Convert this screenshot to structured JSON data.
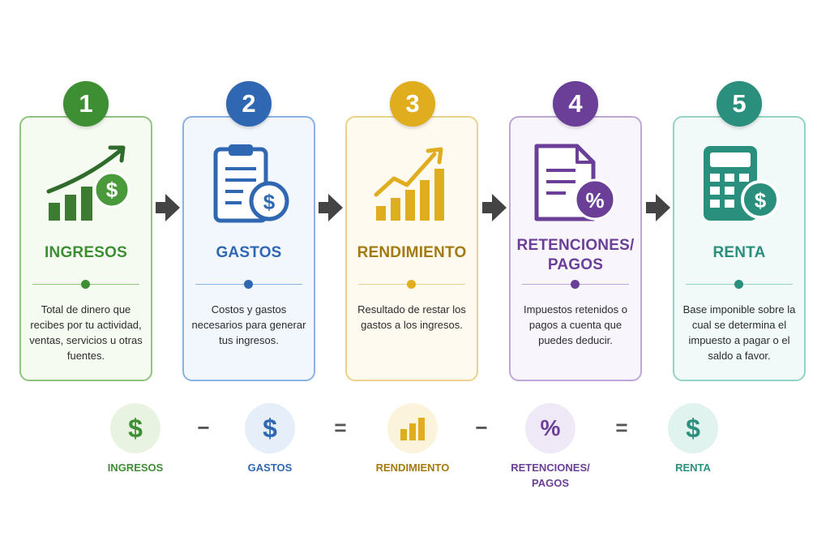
{
  "steps": [
    {
      "number": "1",
      "title": "INGRESOS",
      "description": "Total de dinero que recibes por tu actividad, ventas, servicios u otras fuentes.",
      "color": "#3e8e34",
      "bg": "#f6fbf2",
      "border": "#8fc47e",
      "icon": "growth-chart-dollar-icon"
    },
    {
      "number": "2",
      "title": "GASTOS",
      "description": "Costos y gastos necesarios para generar tus ingresos.",
      "color": "#2f67b2",
      "bg": "#f2f7fd",
      "border": "#8bb2e2",
      "icon": "clipboard-dollar-icon"
    },
    {
      "number": "3",
      "title": "RENDIMIENTO",
      "description": "Resultado de restar los gastos a los ingresos.",
      "color": "#b68a16",
      "bg": "#fefaf0",
      "border": "#ecd18a",
      "icon": "bar-chart-trend-icon"
    },
    {
      "number": "4",
      "title": "RETENCIONES/ PAGOS",
      "description": "Impuestos retenidos o pagos a cuenta que puedes deducir.",
      "color": "#6b3f98",
      "bg": "#f8f5fc",
      "border": "#bea6da",
      "icon": "document-percent-icon"
    },
    {
      "number": "5",
      "title": "RENTA",
      "description": "Base imponible sobre la cual se determina el impuesto a pagar o el saldo a favor.",
      "color": "#2a8f7d",
      "bg": "#f1faf8",
      "border": "#93d3c6",
      "icon": "calculator-dollar-icon"
    }
  ],
  "formula": [
    {
      "label": "INGRESOS",
      "glyph": "$",
      "color": "#3e8e34",
      "bg": "#e8f3e2",
      "icon": "dollar-icon"
    },
    {
      "operator": "−"
    },
    {
      "label": "GASTOS",
      "glyph": "$",
      "color": "#2f67b2",
      "bg": "#e5eef9",
      "icon": "dollar-icon"
    },
    {
      "operator": "="
    },
    {
      "label": "RENDIMIENTO",
      "glyph": "",
      "color": "#b68a16",
      "bg": "#fcf3dc",
      "icon": "bar-chart-icon"
    },
    {
      "operator": "−"
    },
    {
      "label": "RETENCIONES/ PAGOS",
      "glyph": "%",
      "color": "#6b3f98",
      "bg": "#efe8f6",
      "icon": "percent-icon"
    },
    {
      "operator": "="
    },
    {
      "label": "RENTA",
      "glyph": "$",
      "color": "#2a8f7d",
      "bg": "#e1f3ef",
      "icon": "dollar-icon"
    }
  ]
}
